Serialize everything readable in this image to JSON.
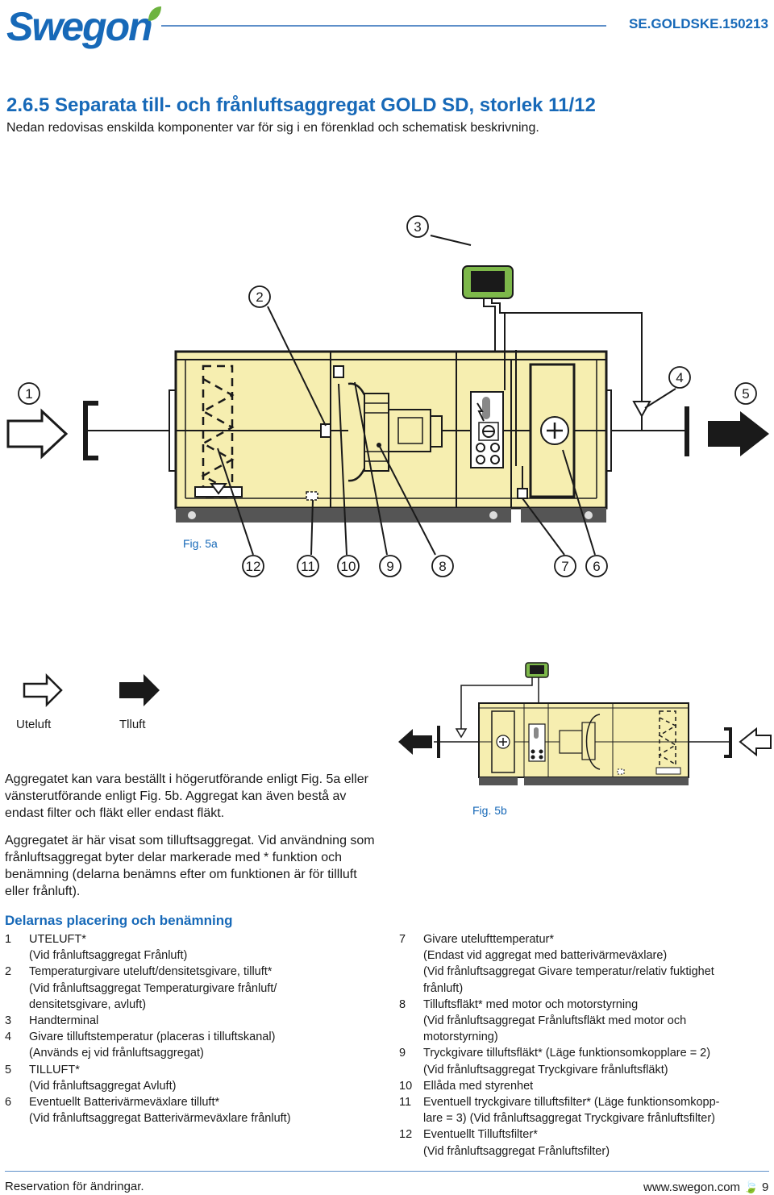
{
  "header": {
    "logo_text": "Swegon",
    "doc_code": "SE.GOLDSKE.150213"
  },
  "section": {
    "title": "2.6.5 Separata till- och frånluftsaggregat GOLD SD, storlek 11/12",
    "intro": "Nedan redovisas enskilda komponenter var för sig i en förenklad och schematisk beskrivning."
  },
  "figure_a": {
    "caption": "Fig. 5a",
    "callouts": [
      "1",
      "2",
      "3",
      "4",
      "5",
      "6",
      "7",
      "8",
      "9",
      "10",
      "11",
      "12"
    ]
  },
  "figure_b": {
    "caption": "Fig. 5b"
  },
  "legend": {
    "outdoor_label": "Uteluft",
    "supply_label": "Tlluft"
  },
  "paragraphs": {
    "p1": "Aggregatet kan vara beställt i högerutförande enligt Fig. 5a eller vänsterutförande enligt Fig. 5b. Aggregat kan även bestå av endast filter och fläkt eller endast fläkt.",
    "p2": "Aggregatet är här visat som tilluftsaggregat. Vid användning som frånluftsaggregat byter delar markerade med * funktion och benämning (delarna benämns efter om funktionen är för tillluft eller frånluft)."
  },
  "parts": {
    "title": "Delarnas placering och benämning",
    "left": [
      {
        "num": "1",
        "lines": [
          "UTELUFT*",
          "(Vid frånluftsaggregat Frånluft)"
        ]
      },
      {
        "num": "2",
        "lines": [
          "Temperaturgivare uteluft/densitetsgivare, tilluft*",
          "(Vid frånluftsaggregat Temperaturgivare frånluft/",
          "densitetsgivare, avluft)"
        ]
      },
      {
        "num": "3",
        "lines": [
          "Handterminal"
        ]
      },
      {
        "num": "4",
        "lines": [
          "Givare tilluftstemperatur (placeras i tilluftskanal)",
          "(Används ej vid frånluftsaggregat)"
        ]
      },
      {
        "num": "5",
        "lines": [
          "TILLUFT*",
          "(Vid frånluftsaggregat Avluft)"
        ]
      },
      {
        "num": "6",
        "lines": [
          "Eventuellt Batterivärmeväxlare tilluft*",
          "(Vid frånluftsaggregat Batterivärmeväxlare frånluft)"
        ]
      }
    ],
    "right": [
      {
        "num": "7",
        "lines": [
          "Givare utelufttemperatur*",
          "(Endast vid aggregat med batterivärmeväxlare)",
          "(Vid frånluftsaggregat Givare temperatur/relativ fuktighet",
          "frånluft)"
        ]
      },
      {
        "num": "8",
        "lines": [
          "Tilluftsfläkt* med motor och motorstyrning",
          "(Vid frånluftsaggregat Frånluftsfläkt med motor och",
          "motorstyrning)"
        ]
      },
      {
        "num": "9",
        "lines": [
          "Tryckgivare tilluftsfläkt* (Läge funktionsomkopplare = 2)",
          "(Vid frånluftsaggregat Tryckgivare frånluftsfläkt)"
        ]
      },
      {
        "num": "10",
        "lines": [
          "Ellåda med styrenhet"
        ]
      },
      {
        "num": "11",
        "lines": [
          "Eventuell tryckgivare tilluftsfilter* (Läge funktionsomkopp-",
          "lare   = 3) (Vid frånluftsaggregat Tryckgivare frånluftsfilter)"
        ]
      },
      {
        "num": "12",
        "lines": [
          "Eventuellt Tilluftsfilter*",
          "(Vid frånluftsaggregat Frånluftsfilter)"
        ]
      }
    ]
  },
  "footer": {
    "left": "Reservation för ändringar.",
    "right": "www.swegon.com  🍃  9"
  },
  "colors": {
    "brand_blue": "#1769b8",
    "unit_body": "#f6eeb0",
    "terminal_green": "#7db84a",
    "outline": "#1a1a1a"
  }
}
